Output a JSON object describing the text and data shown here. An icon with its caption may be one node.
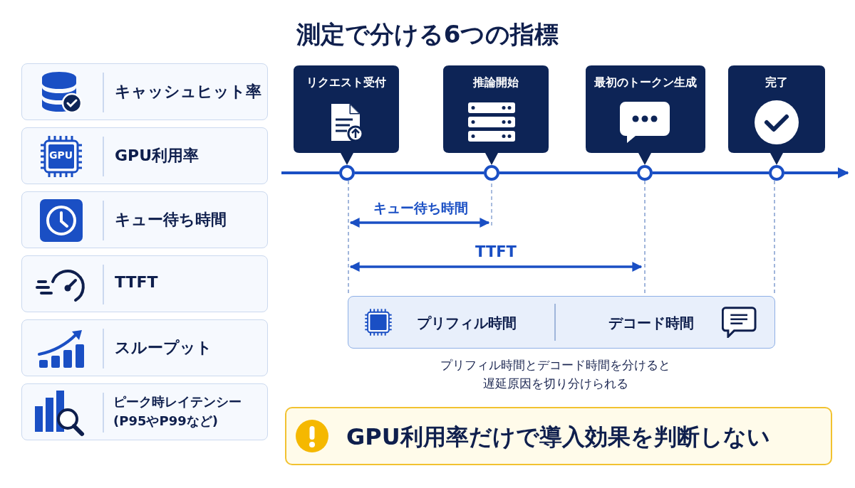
{
  "diagram": {
    "title": "測定で分ける6つの指標",
    "nodes": [
      {
        "text": [
          "キャッシュヒット率"
        ]
      },
      {
        "text": [
          "GPU利用率"
        ]
      },
      {
        "text": [
          "キュー待ち時間"
        ]
      },
      {
        "text": [
          "TTFT"
        ]
      },
      {
        "text": [
          "スループット"
        ]
      },
      {
        "text": [
          "ピーク時レイテンシー",
          "(P95やP99など)"
        ]
      },
      {
        "text": [
          "リクエスト受付"
        ]
      },
      {
        "text": [
          "推論開始"
        ]
      },
      {
        "text": [
          "最初のトークン生成"
        ]
      },
      {
        "text": [
          "完了"
        ]
      },
      {
        "text": [],
        "shape": "circle"
      },
      {
        "text": [],
        "shape": "circle"
      },
      {
        "text": [],
        "shape": "circle"
      },
      {
        "text": [],
        "shape": "circle"
      },
      {
        "text": [
          "プリフィル時間",
          "デコード時間"
        ]
      },
      {
        "text": [
          "GPU利用率だけで導入効果を判断しない"
        ]
      }
    ],
    "edges": [
      {
        "from": null,
        "to": 10,
        "arrow": "none"
      },
      {
        "from": 10,
        "to": 11,
        "arrow": "none"
      },
      {
        "from": 11,
        "to": 12,
        "arrow": "none"
      },
      {
        "from": 12,
        "to": 13,
        "arrow": "none"
      },
      {
        "from": 13,
        "to": null,
        "arrow": "to"
      },
      {
        "from": 10,
        "to": 14,
        "arrow": "none",
        "style": "dashed",
        "color": "#6f8fc8"
      },
      {
        "from": 12,
        "to": 14,
        "arrow": "none",
        "style": "dashed",
        "color": "#6f8fc8"
      },
      {
        "from": 13,
        "to": 14,
        "arrow": "none",
        "style": "dashed",
        "color": "#6f8fc8"
      }
    ],
    "labels": [
      "GPU",
      "キュー待ち時間",
      "TTFT",
      "プリフィル時間とデコード時間を分けると遅延原因を切り分けられる"
    ]
  }
}
